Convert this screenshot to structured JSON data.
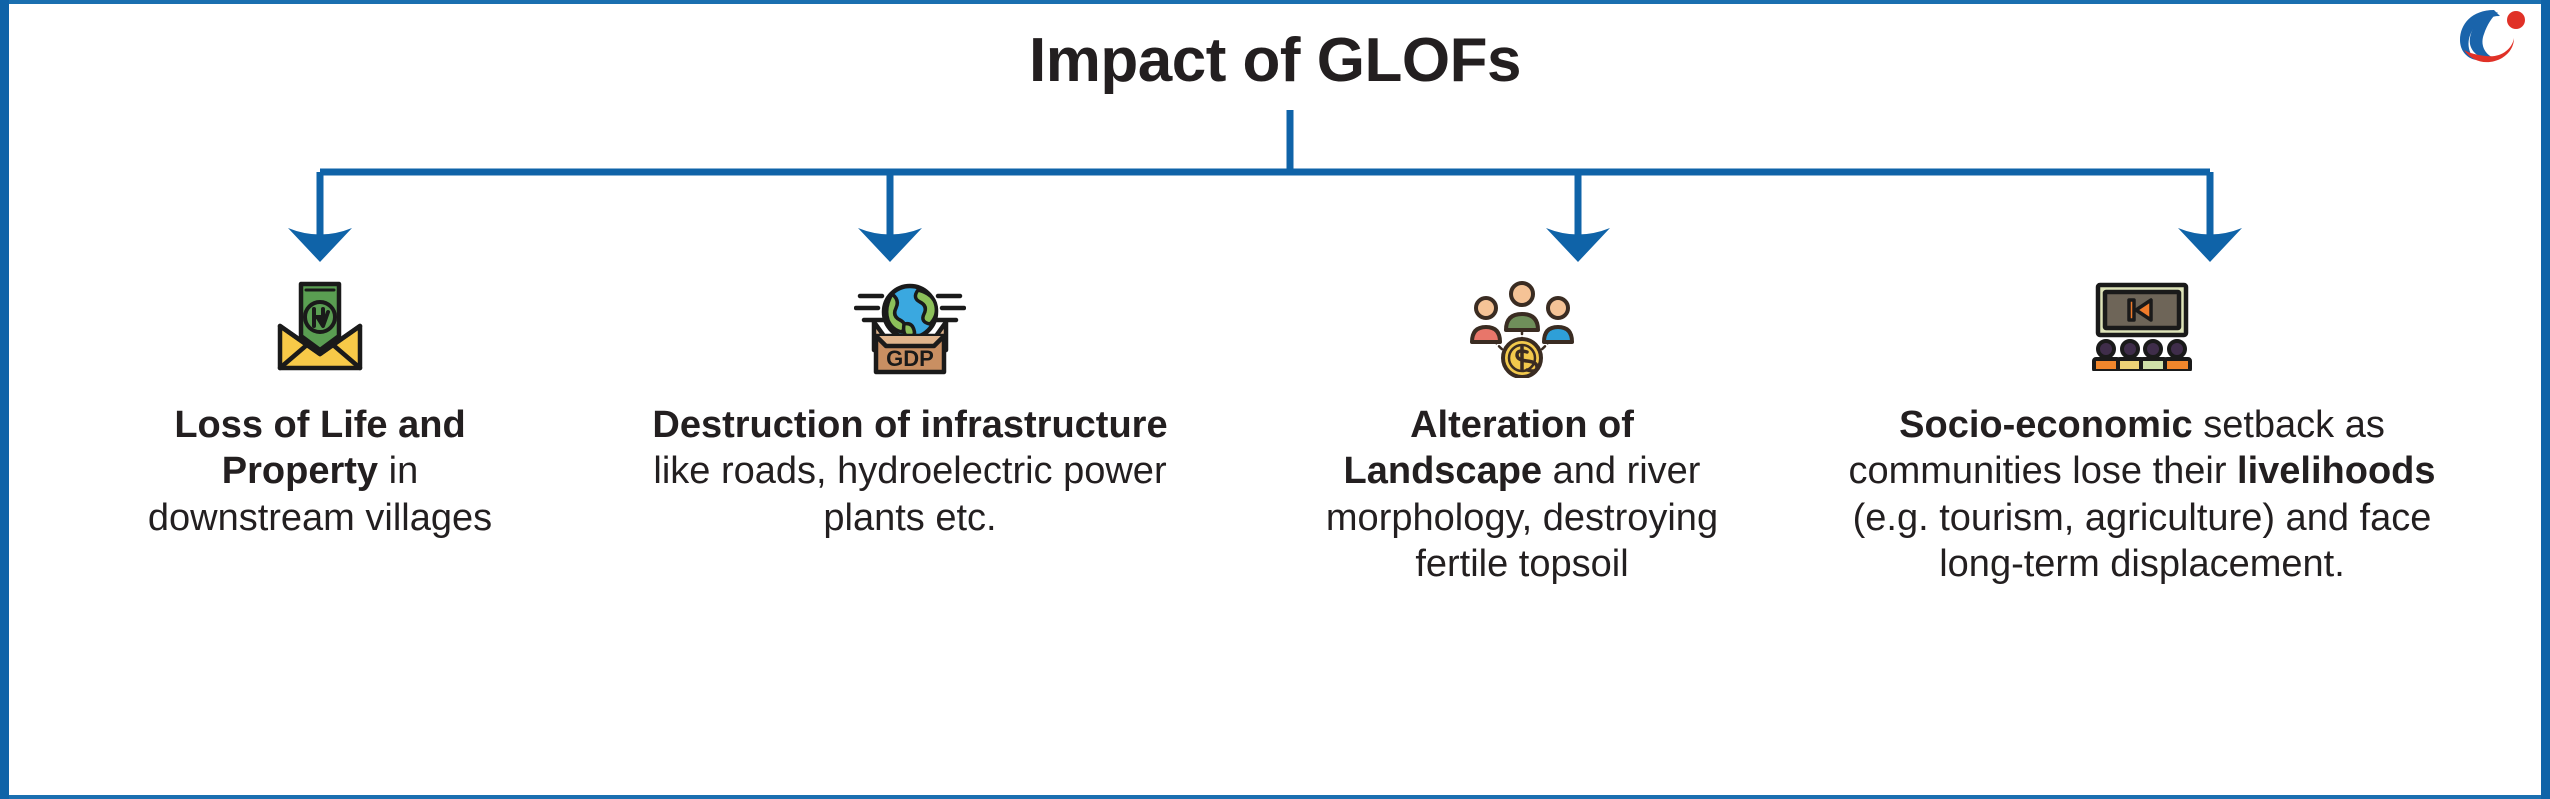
{
  "page": {
    "title": "Impact of GLOFs",
    "frame_color": "#0f63a8",
    "connector_color": "#0f63a8",
    "text_color": "#231f20",
    "background": "#ffffff"
  },
  "logo": {
    "name": "brand-logo",
    "blue": "#1a64ab",
    "red": "#e03127"
  },
  "branches": [
    {
      "icon": "envelope-money-icon",
      "icon_colors": {
        "envelope": "#f7c948",
        "envelope_dark": "#e3a72c",
        "note": "#5a9e52",
        "note_dark": "#3d7a38",
        "outline": "#1a1a1a"
      },
      "text_parts": [
        {
          "text": "Loss of Life and Property",
          "bold": true
        },
        {
          "text": " in downstream villages",
          "bold": false
        }
      ],
      "plain_text": "Loss of Life and Property in downstream villages"
    },
    {
      "icon": "globe-gdp-box-icon",
      "icon_label": "GDP",
      "icon_colors": {
        "box": "#c98f62",
        "box_light": "#e0b48c",
        "globe_water": "#3aa8e0",
        "globe_land": "#8cc05a",
        "outline": "#1a1a1a"
      },
      "text_parts": [
        {
          "text": "Destruction of infrastructure",
          "bold": true
        },
        {
          "text": " like roads, hydroelectric power plants etc.",
          "bold": false
        }
      ],
      "plain_text": "Destruction of infrastructure like roads, hydroelectric power plants etc."
    },
    {
      "icon": "people-dollar-coin-icon",
      "icon_colors": {
        "person_left": "#e8766a",
        "person_center": "#6f8f5a",
        "person_right": "#2e9fd8",
        "skin": "#f5c396",
        "coin": "#f2c94c",
        "coin_dark": "#d9a72c",
        "outline": "#3a2c22"
      },
      "text_parts": [
        {
          "text": "Alteration of Landscape",
          "bold": true
        },
        {
          "text": " and river morphology, destroying fertile topsoil",
          "bold": false
        }
      ],
      "plain_text": "Alteration of Landscape and river morphology, destroying fertile topsoil"
    },
    {
      "icon": "presentation-audience-icon",
      "icon_colors": {
        "screen": "#6e6558",
        "screen_frame": "#dde3b8",
        "play_marker": "#f07b2a",
        "head": "#3f2d4a",
        "seat_orange": "#f0862c",
        "seat_yellow": "#edd276",
        "seat_green": "#cfe0a8",
        "outline": "#1a1a1a"
      },
      "text_parts": [
        {
          "text": "Socio-economic",
          "bold": true
        },
        {
          "text": " setback as communities lose their ",
          "bold": false
        },
        {
          "text": "livelihoods",
          "bold": true
        },
        {
          "text": " (e.g. tourism, agriculture) and face long-term displacement.",
          "bold": false
        }
      ],
      "plain_text": "Socio-economic setback as communities lose their livelihoods (e.g. tourism, agriculture) and face long-term displacement."
    }
  ]
}
